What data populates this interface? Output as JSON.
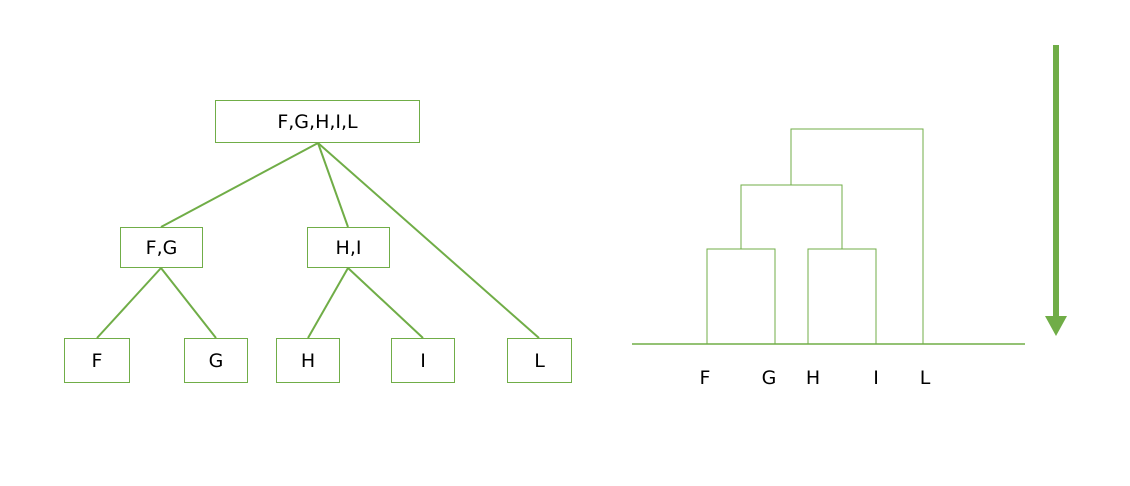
{
  "colors": {
    "line": "#70ad47",
    "arrow": "#70ad47",
    "text": "#000000"
  },
  "tree": {
    "root": "F,G,H,I,L",
    "group_fg": "F,G",
    "group_hi": "H,I",
    "leaves": [
      "F",
      "G",
      "H",
      "I",
      "L"
    ]
  },
  "dendrogram": {
    "labels": [
      "F",
      "G",
      "H",
      "I",
      "L"
    ]
  },
  "arrow_icon": "down-arrow-icon"
}
